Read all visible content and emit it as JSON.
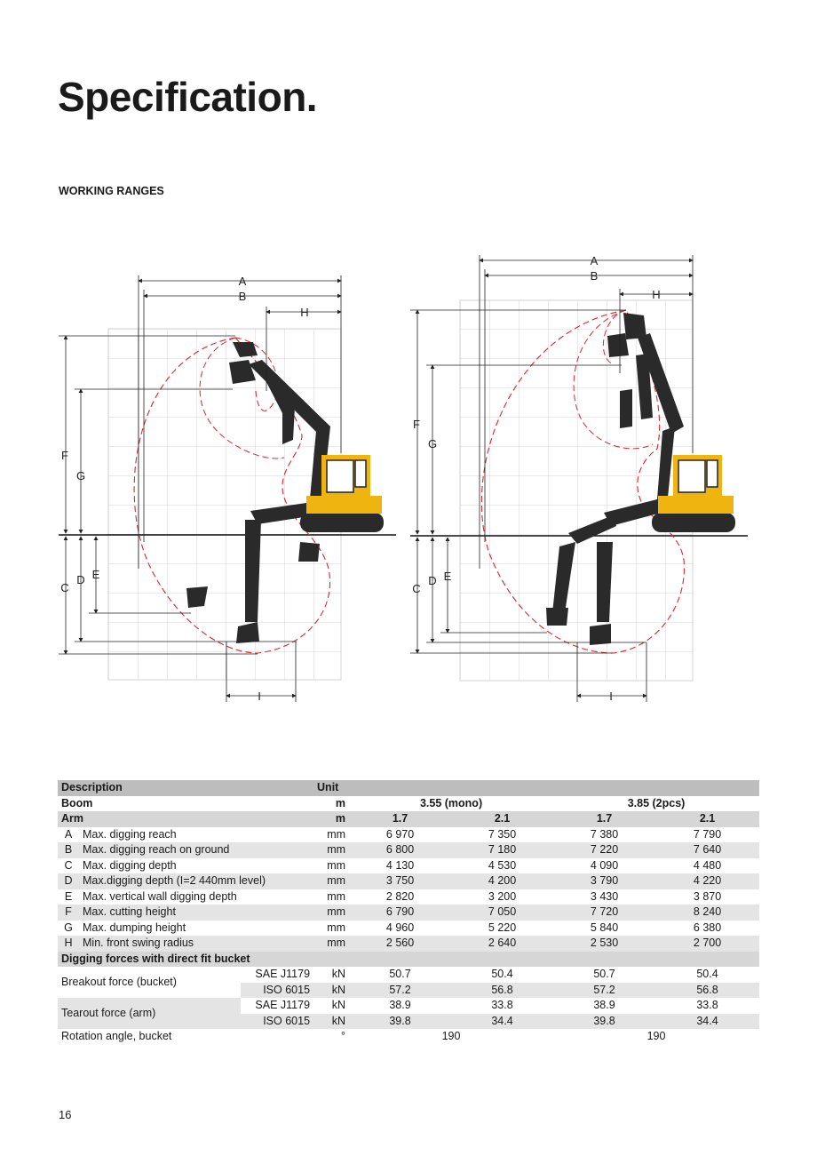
{
  "title": "Specification.",
  "section_title": "WORKING RANGES",
  "diagram": {
    "letters_left": [
      "A",
      "B",
      "H",
      "F",
      "G",
      "C",
      "D",
      "E",
      "I"
    ],
    "letters_right": [
      "A",
      "B",
      "H",
      "F",
      "G",
      "C",
      "D",
      "E",
      "I"
    ]
  },
  "table": {
    "header": {
      "description": "Description",
      "unit": "Unit"
    },
    "boom": {
      "label": "Boom",
      "unit": "m",
      "b1": "3.55 (mono)",
      "b2": "3.85 (2pcs)"
    },
    "arm": {
      "label": "Arm",
      "unit": "m",
      "a1": "1.7",
      "a2": "2.1",
      "a3": "1.7",
      "a4": "2.1"
    },
    "rows": [
      {
        "code": "A",
        "label": "Max. digging reach",
        "unit": "mm",
        "v1": "6 970",
        "v2": "7 350",
        "v3": "7 380",
        "v4": "7 790"
      },
      {
        "code": "B",
        "label": "Max. digging reach on ground",
        "unit": "mm",
        "v1": "6 800",
        "v2": "7 180",
        "v3": "7 220",
        "v4": "7 640"
      },
      {
        "code": "C",
        "label": "Max. digging depth",
        "unit": "mm",
        "v1": "4 130",
        "v2": "4 530",
        "v3": "4 090",
        "v4": "4 480"
      },
      {
        "code": "D",
        "label": "Max.digging depth (I=2 440mm level)",
        "unit": "mm",
        "v1": "3 750",
        "v2": "4 200",
        "v3": "3 790",
        "v4": "4 220"
      },
      {
        "code": "E",
        "label": "Max. vertical wall digging depth",
        "unit": "mm",
        "v1": "2 820",
        "v2": "3 200",
        "v3": "3 430",
        "v4": "3 870"
      },
      {
        "code": "F",
        "label": "Max. cutting height",
        "unit": "mm",
        "v1": "6 790",
        "v2": "7 050",
        "v3": "7 720",
        "v4": "8 240"
      },
      {
        "code": "G",
        "label": "Max. dumping height",
        "unit": "mm",
        "v1": "4 960",
        "v2": "5 220",
        "v3": "5 840",
        "v4": "6 380"
      },
      {
        "code": "H",
        "label": "Min. front swing radius",
        "unit": "mm",
        "v1": "2 560",
        "v2": "2 640",
        "v3": "2 530",
        "v4": "2 700"
      }
    ],
    "digging_header": "Digging forces with direct fit bucket",
    "breakout": {
      "label": "Breakout force (bucket)",
      "std1": "SAE J1179",
      "unit1": "kN",
      "r1": [
        "50.7",
        "50.4",
        "50.7",
        "50.4"
      ],
      "std2": "ISO 6015",
      "unit2": "kN",
      "r2": [
        "57.2",
        "56.8",
        "57.2",
        "56.8"
      ]
    },
    "tearout": {
      "label": "Tearout force (arm)",
      "std1": "SAE J1179",
      "unit1": "kN",
      "r1": [
        "38.9",
        "33.8",
        "38.9",
        "33.8"
      ],
      "std2": "ISO 6015",
      "unit2": "kN",
      "r2": [
        "39.8",
        "34.4",
        "39.8",
        "34.4"
      ]
    },
    "rotation": {
      "label": "Rotation angle, bucket",
      "unit": "°",
      "v1": "190",
      "v2": "190"
    }
  },
  "page_number": "16"
}
